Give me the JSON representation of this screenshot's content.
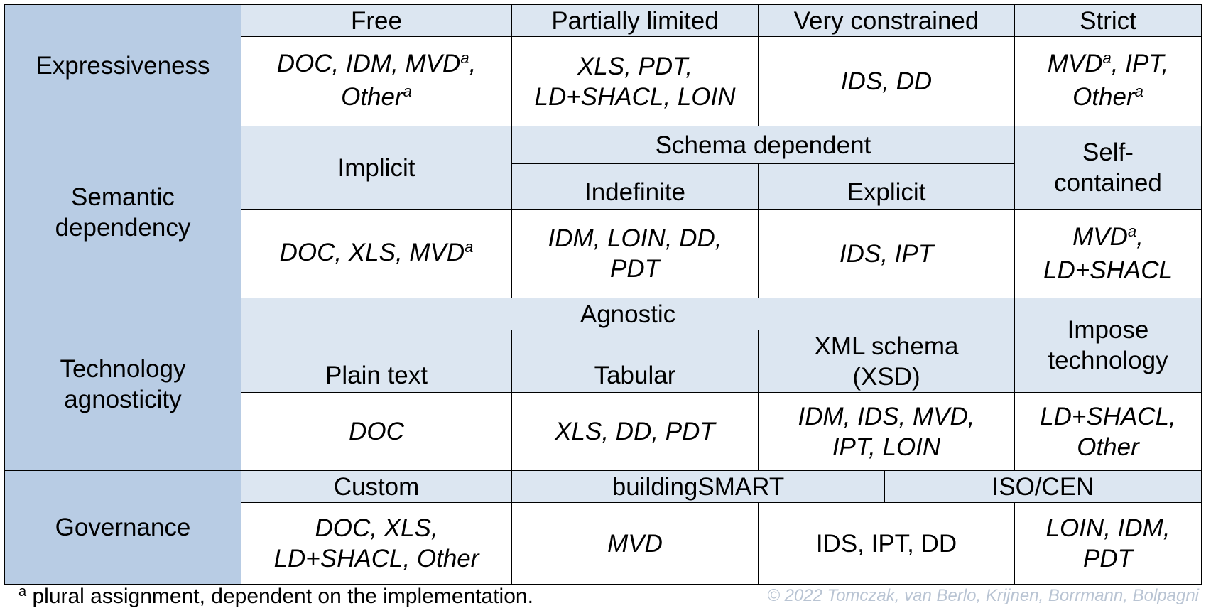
{
  "footnote": {
    "mark": "a",
    "text": "plural assignment, dependent on the implementation."
  },
  "copyright": "© 2022 Tomczak, van Berlo, Krijnen, Borrmann, Bolpagni",
  "expressiveness": {
    "label": "Expressiveness",
    "headers": [
      "Free",
      "Partially limited",
      "Very constrained",
      "Strict"
    ],
    "free_1": "DOC, IDM, MVD",
    "free_2": "Other",
    "partial_1": "XLS, PDT,",
    "partial_2": "LD+SHACL, LOIN",
    "very": "IDS, DD",
    "strict_1a": "MVD",
    "strict_1b": ", IPT,",
    "strict_2": "Other"
  },
  "semantic": {
    "label_1": "Semantic",
    "label_2": "dependency",
    "implicit": "Implicit",
    "schema_dependent": "Schema dependent",
    "indefinite": "Indefinite",
    "explicit": "Explicit",
    "self_1": "Self-",
    "self_2": "contained",
    "implicit_val": "DOC, XLS, MVD",
    "indefinite_1": "IDM, LOIN, DD,",
    "indefinite_2": "PDT",
    "explicit_val": "IDS, IPT",
    "self_val_1": "MVD",
    "self_val_2": "LD+SHACL"
  },
  "technology": {
    "label_1": "Technology",
    "label_2": "agnosticity",
    "agnostic": "Agnostic",
    "plain": "Plain text",
    "tabular": "Tabular",
    "xml_1": "XML schema",
    "xml_2": "(XSD)",
    "impose_1": "Impose",
    "impose_2": "technology",
    "plain_val": "DOC",
    "tabular_val": "XLS, DD, PDT",
    "xml_val_1": "IDM, IDS, MVD,",
    "xml_val_2": "IPT, LOIN",
    "impose_val_1": "LD+SHACL,",
    "impose_val_2": "Other"
  },
  "governance": {
    "label": "Governance",
    "custom": "Custom",
    "bsmart": "buildingSMART",
    "iso": "ISO/CEN",
    "custom_val_1": "DOC, XLS,",
    "custom_val_2": "LD+SHACL, Other",
    "bsmart_val": "MVD",
    "mixed_val": "IDS, IPT, DD",
    "iso_val_1": "LOIN, IDM,",
    "iso_val_2": "PDT"
  }
}
